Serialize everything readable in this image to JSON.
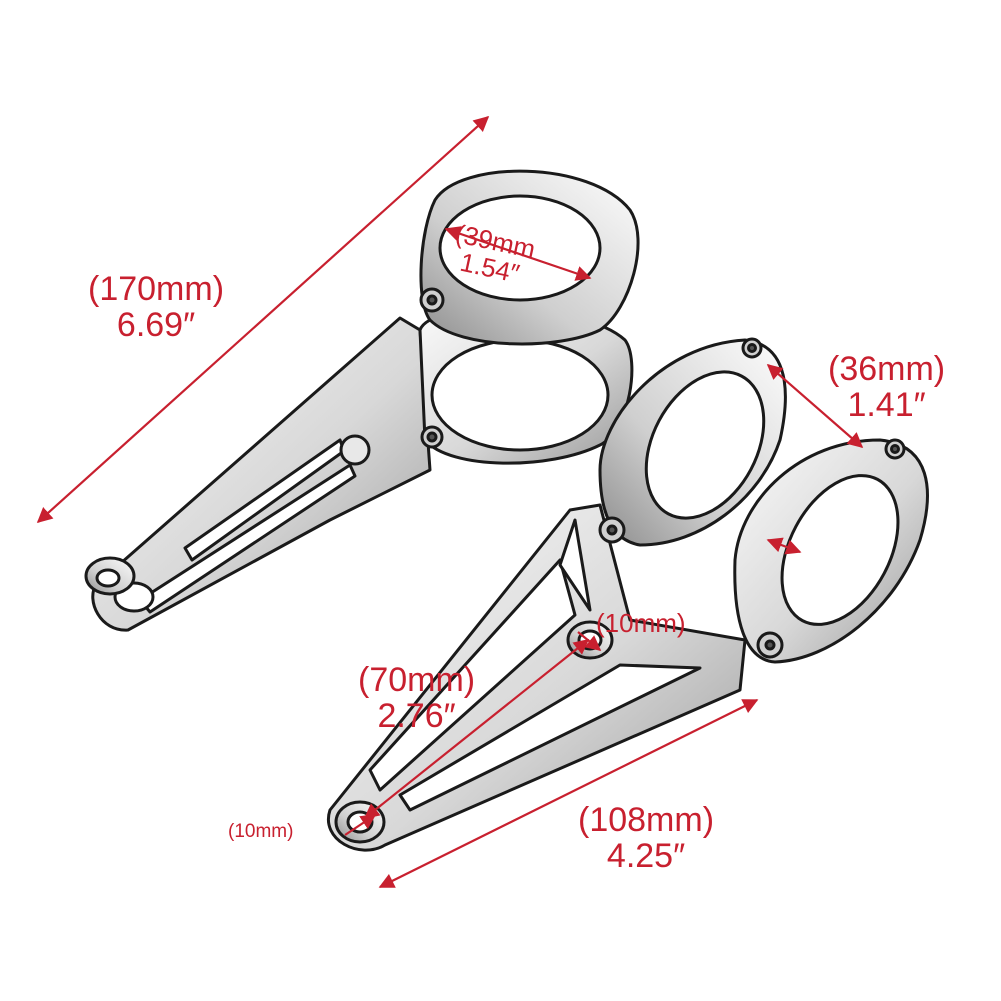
{
  "colors": {
    "dimension": "#c8202f",
    "outline": "#1a1a1a",
    "metal_light": "#f4f4f4",
    "metal_mid": "#c9c9c9",
    "metal_dark": "#8a8a8a"
  },
  "labels": {
    "total_length": {
      "mm": "(170mm)",
      "inch": "6.69″"
    },
    "clamp_diameter": {
      "mm": "(39mm",
      "inch": "1.54″"
    },
    "clamp_width": {
      "mm": "(36mm)",
      "inch": "1.41″"
    },
    "hole_top": {
      "mm": "(10mm)"
    },
    "inner_length": {
      "mm": "(70mm)",
      "inch": "2.76″"
    },
    "hole_bottom": {
      "mm": "(10mm)"
    },
    "arm_length": {
      "mm": "(108mm)",
      "inch": "4.25″"
    }
  }
}
